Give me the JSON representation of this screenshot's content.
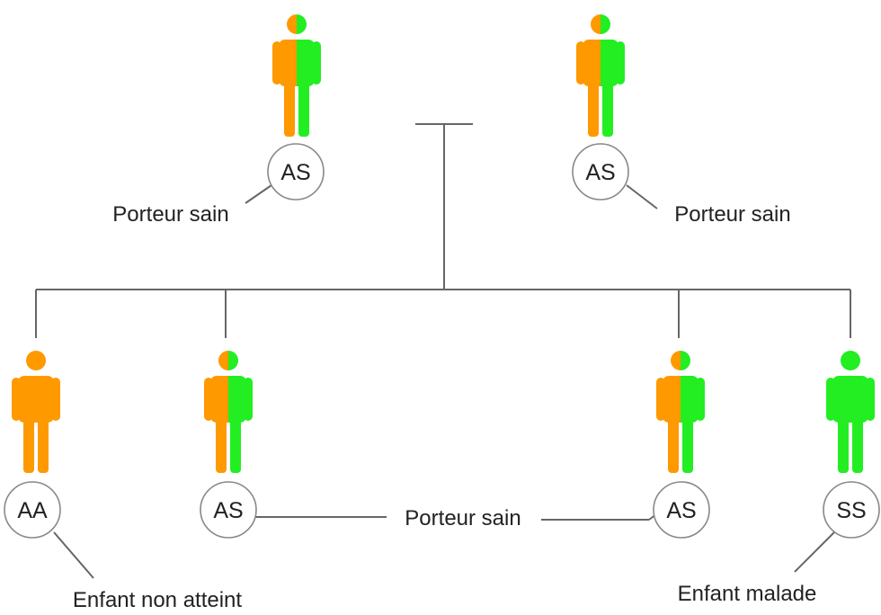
{
  "colors": {
    "allele_a": "#ff9900",
    "allele_s": "#22ee22",
    "line": "#666666",
    "circle_border": "#888888",
    "text": "#222222"
  },
  "parents": [
    {
      "genotype": "AS",
      "label": "Porteur sain",
      "figure": "half-orange-green"
    },
    {
      "genotype": "AS",
      "label": "Porteur sain",
      "figure": "half-orange-green"
    }
  ],
  "children": [
    {
      "genotype": "AA",
      "label": "Enfant non atteint",
      "figure": "orange"
    },
    {
      "genotype": "AS",
      "label": "",
      "figure": "half-orange-green"
    },
    {
      "genotype": "AS",
      "label": "",
      "figure": "half-orange-green"
    },
    {
      "genotype": "SS",
      "label": "Enfant malade",
      "figure": "green"
    }
  ],
  "shared_label": "Porteur sain"
}
